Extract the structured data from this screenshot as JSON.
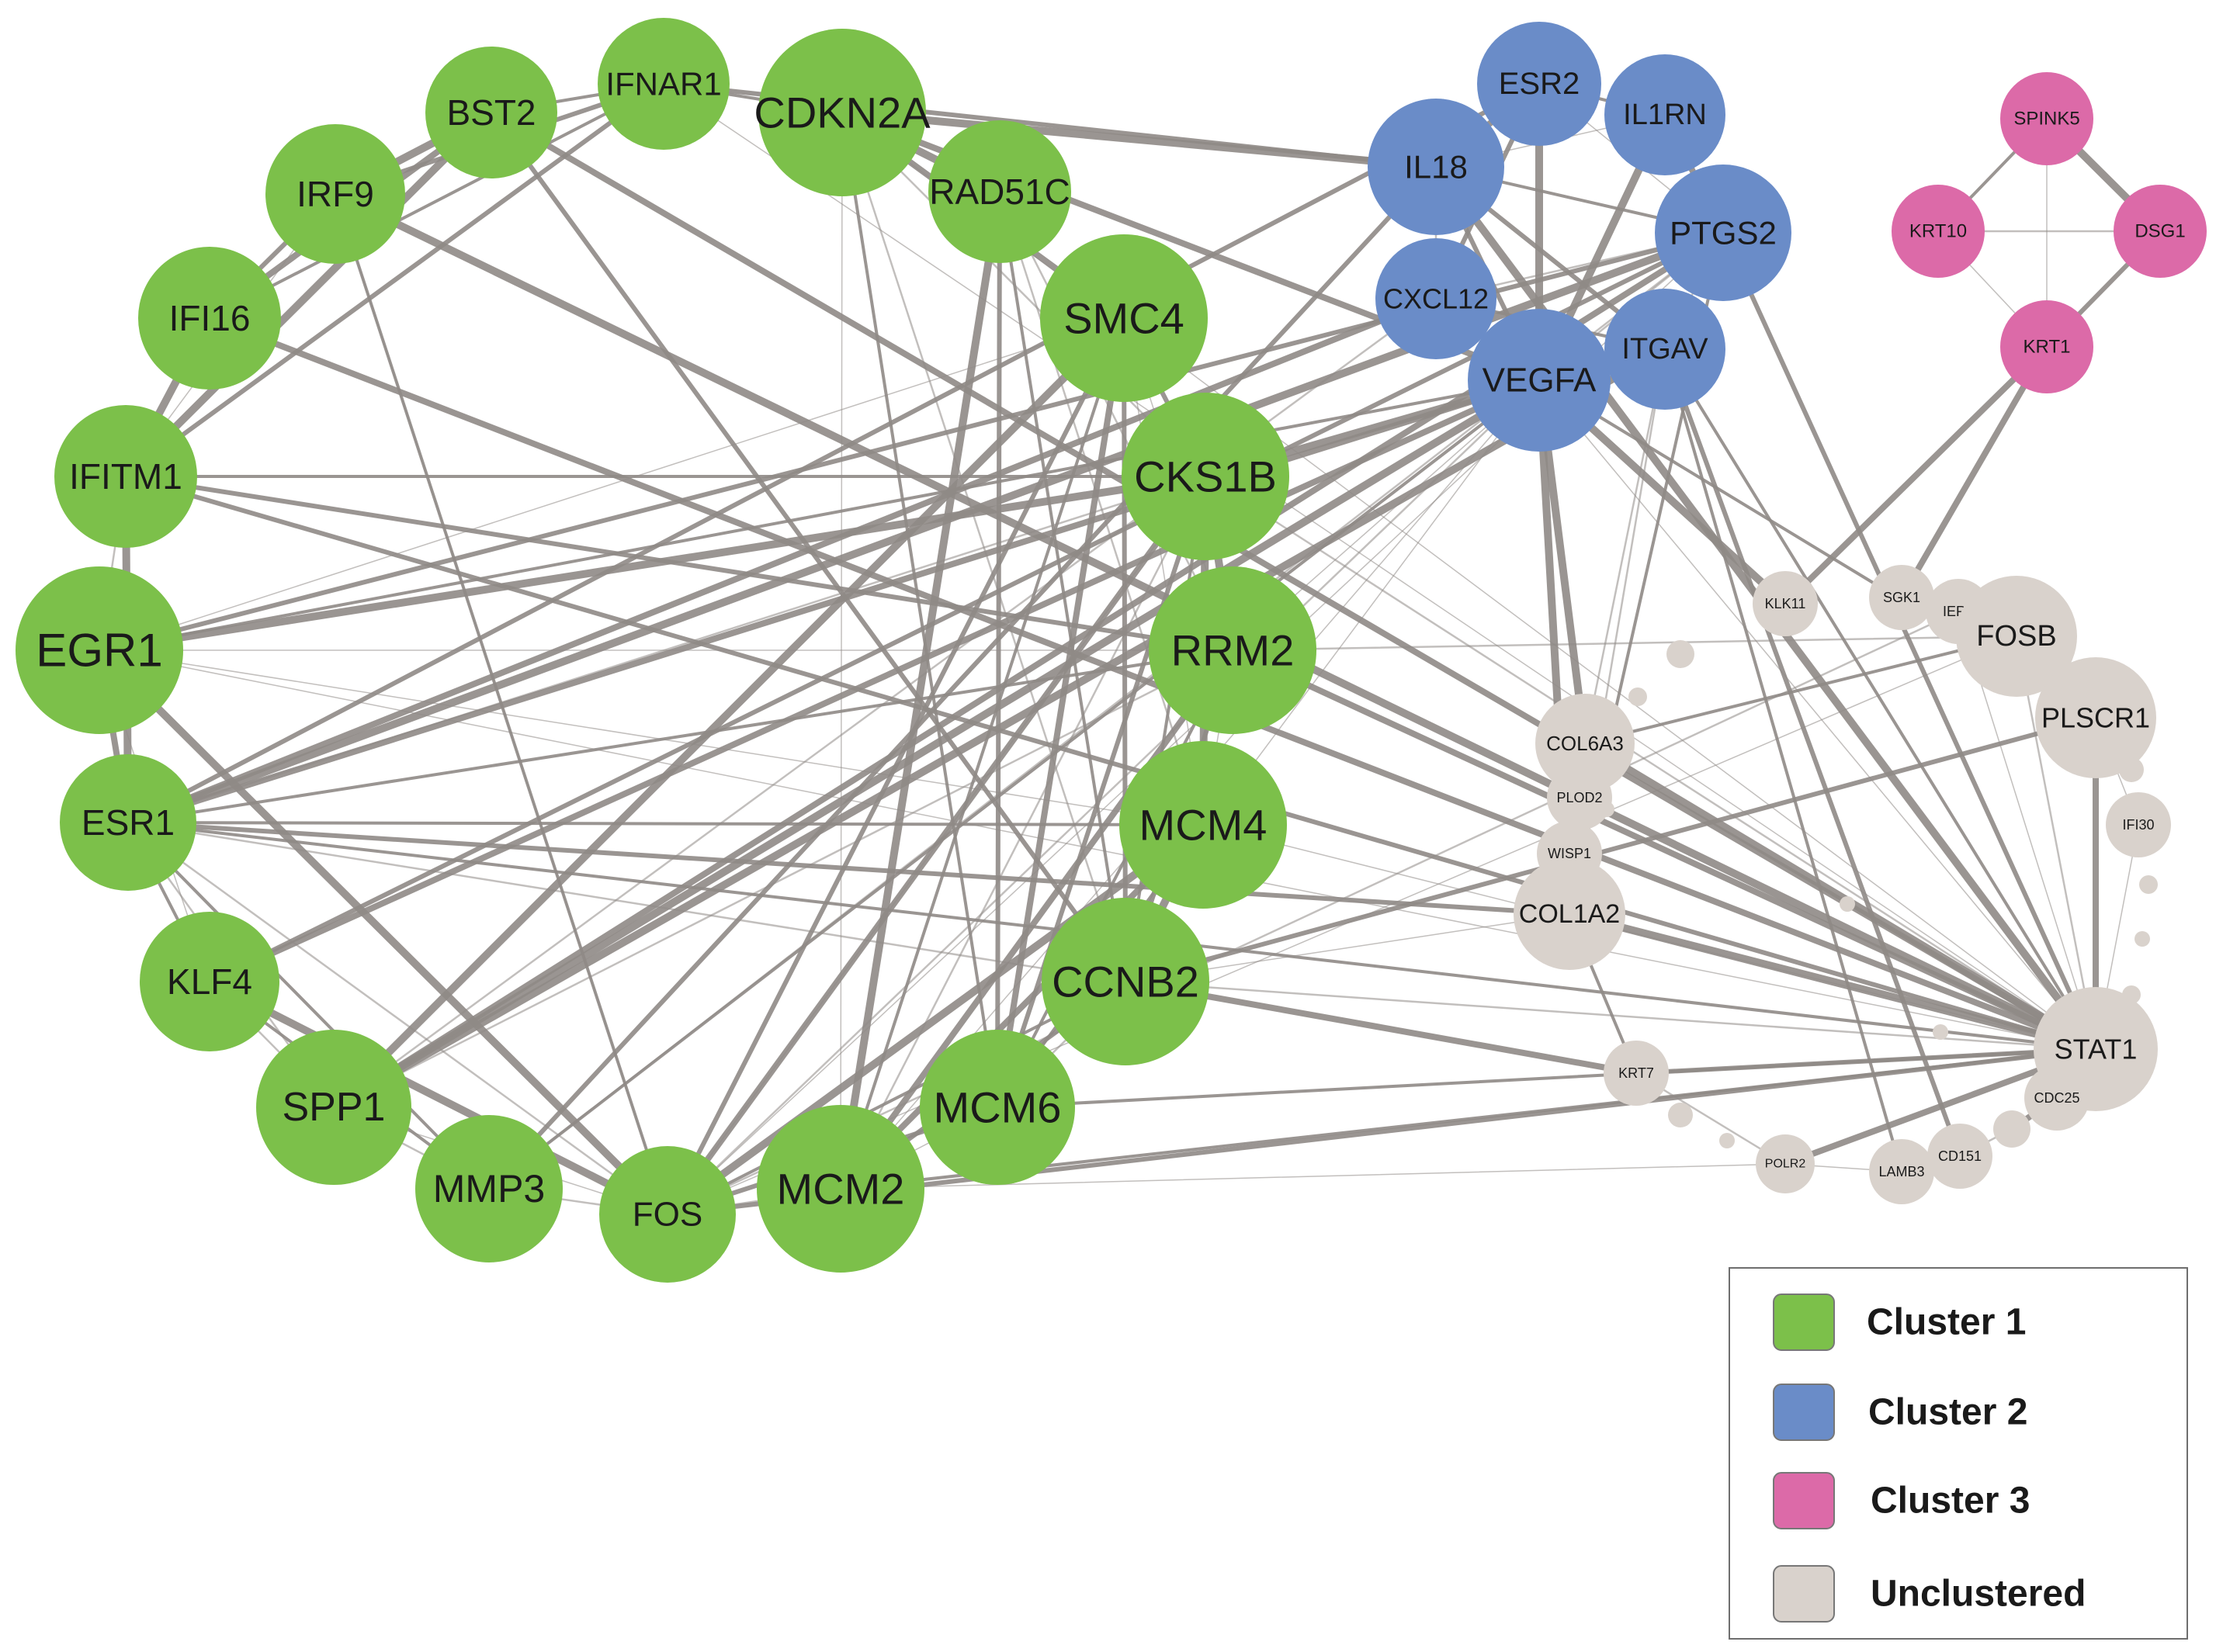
{
  "colors": {
    "cluster_1": "#7cc04a",
    "cluster_2": "#6a8cc8",
    "cluster_3": "#dc6aa8",
    "unclustered": "#d9d2cc",
    "edge": "#8f8a86",
    "legend_border": "#6e6e6e"
  },
  "legend": {
    "items": [
      {
        "key": "cluster_1",
        "label": "Cluster 1"
      },
      {
        "key": "cluster_2",
        "label": "Cluster 2"
      },
      {
        "key": "cluster_3",
        "label": "Cluster 3"
      },
      {
        "key": "unclustered",
        "label": "Unclustered"
      }
    ]
  },
  "nodes": [
    {
      "id": "IFNAR1",
      "label": "IFNAR1",
      "group": "cluster_1"
    },
    {
      "id": "BST2",
      "label": "BST2",
      "group": "cluster_1"
    },
    {
      "id": "CDKN2A",
      "label": "CDKN2A",
      "group": "cluster_1"
    },
    {
      "id": "RAD51C",
      "label": "RAD51C",
      "group": "cluster_1"
    },
    {
      "id": "IRF9",
      "label": "IRF9",
      "group": "cluster_1"
    },
    {
      "id": "IFI16",
      "label": "IFI16",
      "group": "cluster_1"
    },
    {
      "id": "SMC4",
      "label": "SMC4",
      "group": "cluster_1"
    },
    {
      "id": "IFITM1",
      "label": "IFITM1",
      "group": "cluster_1"
    },
    {
      "id": "CKS1B",
      "label": "CKS1B",
      "group": "cluster_1"
    },
    {
      "id": "EGR1",
      "label": "EGR1",
      "group": "cluster_1"
    },
    {
      "id": "RRM2",
      "label": "RRM2",
      "group": "cluster_1"
    },
    {
      "id": "ESR1",
      "label": "ESR1",
      "group": "cluster_1"
    },
    {
      "id": "MCM4",
      "label": "MCM4",
      "group": "cluster_1"
    },
    {
      "id": "KLF4",
      "label": "KLF4",
      "group": "cluster_1"
    },
    {
      "id": "CCNB2",
      "label": "CCNB2",
      "group": "cluster_1"
    },
    {
      "id": "SPP1",
      "label": "SPP1",
      "group": "cluster_1"
    },
    {
      "id": "MCM6",
      "label": "MCM6",
      "group": "cluster_1"
    },
    {
      "id": "MMP3",
      "label": "MMP3",
      "group": "cluster_1"
    },
    {
      "id": "FOS",
      "label": "FOS",
      "group": "cluster_1"
    },
    {
      "id": "MCM2",
      "label": "MCM2",
      "group": "cluster_1"
    },
    {
      "id": "ESR2",
      "label": "ESR2",
      "group": "cluster_2"
    },
    {
      "id": "IL1RN",
      "label": "IL1RN",
      "group": "cluster_2"
    },
    {
      "id": "IL18",
      "label": "IL18",
      "group": "cluster_2"
    },
    {
      "id": "PTGS2",
      "label": "PTGS2",
      "group": "cluster_2"
    },
    {
      "id": "CXCL12",
      "label": "CXCL12",
      "group": "cluster_2"
    },
    {
      "id": "VEGFA",
      "label": "VEGFA",
      "group": "cluster_2"
    },
    {
      "id": "ITGAV",
      "label": "ITGAV",
      "group": "cluster_2"
    },
    {
      "id": "SPINK5",
      "label": "SPINK5",
      "group": "cluster_3"
    },
    {
      "id": "KRT10",
      "label": "KRT10",
      "group": "cluster_3"
    },
    {
      "id": "DSG1",
      "label": "DSG1",
      "group": "cluster_3"
    },
    {
      "id": "KRT1",
      "label": "KRT1",
      "group": "cluster_3"
    },
    {
      "id": "KLK11",
      "label": "KLK11",
      "group": "unclustered"
    },
    {
      "id": "SGK1",
      "label": "SGK1",
      "group": "unclustered"
    },
    {
      "id": "IER3",
      "label": "IER3",
      "group": "unclustered"
    },
    {
      "id": "FOSB",
      "label": "FOSB",
      "group": "unclustered"
    },
    {
      "id": "PLSCR1",
      "label": "PLSCR1",
      "group": "unclustered"
    },
    {
      "id": "COL6A3",
      "label": "COL6A3",
      "group": "unclustered"
    },
    {
      "id": "PLOD2",
      "label": "PLOD2",
      "group": "unclustered"
    },
    {
      "id": "WISP1",
      "label": "WISP1",
      "group": "unclustered"
    },
    {
      "id": "IFI30",
      "label": "IFI30",
      "group": "unclustered"
    },
    {
      "id": "COL1A2",
      "label": "COL1A2",
      "group": "unclustered"
    },
    {
      "id": "STAT1",
      "label": "STAT1",
      "group": "unclustered"
    },
    {
      "id": "KRT7",
      "label": "KRT7",
      "group": "unclustered"
    },
    {
      "id": "CDC25",
      "label": "CDC25",
      "group": "unclustered"
    },
    {
      "id": "POLR2",
      "label": "POLR2",
      "group": "unclustered"
    },
    {
      "id": "LAMB3",
      "label": "LAMB3",
      "group": "unclustered"
    },
    {
      "id": "CD151",
      "label": "CD151",
      "group": "unclustered"
    },
    {
      "id": "MIA",
      "label": "",
      "group": "unclustered"
    },
    {
      "id": "U1",
      "label": "",
      "group": "unclustered"
    },
    {
      "id": "U2",
      "label": "",
      "group": "unclustered"
    },
    {
      "id": "U3",
      "label": "",
      "group": "unclustered"
    },
    {
      "id": "U4",
      "label": "",
      "group": "unclustered"
    },
    {
      "id": "U5",
      "label": "",
      "group": "unclustered"
    },
    {
      "id": "U6",
      "label": "",
      "group": "unclustered"
    },
    {
      "id": "U7",
      "label": "",
      "group": "unclustered"
    },
    {
      "id": "U8",
      "label": "",
      "group": "unclustered"
    },
    {
      "id": "U9",
      "label": "",
      "group": "unclustered"
    },
    {
      "id": "U10",
      "label": "",
      "group": "unclustered"
    },
    {
      "id": "U11",
      "label": "",
      "group": "unclustered"
    },
    {
      "id": "U12",
      "label": "",
      "group": "unclustered"
    }
  ],
  "edges": [
    [
      "EGR1",
      "ESR1"
    ],
    [
      "EGR1",
      "FOS"
    ],
    [
      "EGR1",
      "KLF4"
    ],
    [
      "EGR1",
      "IFITM1"
    ],
    [
      "EGR1",
      "RRM2"
    ],
    [
      "EGR1",
      "STAT1"
    ],
    [
      "EGR1",
      "PTGS2"
    ],
    [
      "EGR1",
      "VEGFA"
    ],
    [
      "EGR1",
      "SMC4"
    ],
    [
      "EGR1",
      "CKS1B"
    ],
    [
      "EGR1",
      "MCM4"
    ],
    [
      "ESR1",
      "KLF4"
    ],
    [
      "ESR1",
      "VEGFA"
    ],
    [
      "ESR1",
      "PTGS2"
    ],
    [
      "ESR1",
      "STAT1"
    ],
    [
      "ESR1",
      "CCNB2"
    ],
    [
      "ESR1",
      "MCM4"
    ],
    [
      "ESR1",
      "ESR2"
    ],
    [
      "ESR1",
      "FOS"
    ],
    [
      "ESR1",
      "COL1A2"
    ],
    [
      "ESR1",
      "CKS1B"
    ],
    [
      "ESR1",
      "SPP1"
    ],
    [
      "ESR1",
      "MMP3"
    ],
    [
      "ESR1",
      "CXCL12"
    ],
    [
      "ESR1",
      "RRM2"
    ],
    [
      "IFITM1",
      "IFI16"
    ],
    [
      "IFITM1",
      "IRF9"
    ],
    [
      "IFITM1",
      "BST2"
    ],
    [
      "IFITM1",
      "STAT1"
    ],
    [
      "IFITM1",
      "ESR1"
    ],
    [
      "IFITM1",
      "CKS1B"
    ],
    [
      "IFITM1",
      "RRM2"
    ],
    [
      "IFITM1",
      "IFNAR1"
    ],
    [
      "IFI16",
      "IRF9"
    ],
    [
      "IFI16",
      "BST2"
    ],
    [
      "IFI16",
      "STAT1"
    ],
    [
      "IFI16",
      "IFNAR1"
    ],
    [
      "IRF9",
      "BST2"
    ],
    [
      "IRF9",
      "IFNAR1"
    ],
    [
      "IRF9",
      "STAT1"
    ],
    [
      "IRF9",
      "FOS"
    ],
    [
      "BST2",
      "IFNAR1"
    ],
    [
      "BST2",
      "STAT1"
    ],
    [
      "BST2",
      "CCNB2"
    ],
    [
      "IFNAR1",
      "STAT1"
    ],
    [
      "IFNAR1",
      "CDKN2A"
    ],
    [
      "IFNAR1",
      "IL18"
    ],
    [
      "CDKN2A",
      "RAD51C"
    ],
    [
      "CDKN2A",
      "CKS1B"
    ],
    [
      "CDKN2A",
      "MCM2"
    ],
    [
      "CDKN2A",
      "STAT1"
    ],
    [
      "CDKN2A",
      "CCNB2"
    ],
    [
      "CDKN2A",
      "IL18"
    ],
    [
      "CDKN2A",
      "MCM6"
    ],
    [
      "CDKN2A",
      "VEGFA"
    ],
    [
      "CDKN2A",
      "SMC4"
    ],
    [
      "RAD51C",
      "MCM4"
    ],
    [
      "RAD51C",
      "MCM2"
    ],
    [
      "RAD51C",
      "CCNB2"
    ],
    [
      "RAD51C",
      "RRM2"
    ],
    [
      "RAD51C",
      "MCM6"
    ],
    [
      "SMC4",
      "CCNB2"
    ],
    [
      "SMC4",
      "MCM4"
    ],
    [
      "SMC4",
      "RRM2"
    ],
    [
      "SMC4",
      "CKS1B"
    ],
    [
      "SMC4",
      "MCM2"
    ],
    [
      "SMC4",
      "MCM6"
    ],
    [
      "SMC4",
      "SPP1"
    ],
    [
      "SMC4",
      "FOS"
    ],
    [
      "CKS1B",
      "CCNB2"
    ],
    [
      "CKS1B",
      "MCM4"
    ],
    [
      "CKS1B",
      "RRM2"
    ],
    [
      "CKS1B",
      "MCM2"
    ],
    [
      "CKS1B",
      "MCM6"
    ],
    [
      "CKS1B",
      "STAT1"
    ],
    [
      "CKS1B",
      "FOS"
    ],
    [
      "CKS1B",
      "VEGFA"
    ],
    [
      "RRM2",
      "MCM4"
    ],
    [
      "RRM2",
      "CCNB2"
    ],
    [
      "RRM2",
      "MCM2"
    ],
    [
      "RRM2",
      "MCM6"
    ],
    [
      "RRM2",
      "FOSB"
    ],
    [
      "RRM2",
      "STAT1"
    ],
    [
      "RRM2",
      "SPP1"
    ],
    [
      "RRM2",
      "VEGFA"
    ],
    [
      "MCM4",
      "CCNB2"
    ],
    [
      "MCM4",
      "MCM2"
    ],
    [
      "MCM4",
      "MCM6"
    ],
    [
      "MCM4",
      "STAT1"
    ],
    [
      "MCM4",
      "FOS"
    ],
    [
      "CCNB2",
      "MCM2"
    ],
    [
      "CCNB2",
      "MCM6"
    ],
    [
      "CCNB2",
      "STAT1"
    ],
    [
      "CCNB2",
      "COL1A2"
    ],
    [
      "CCNB2",
      "FOS"
    ],
    [
      "CCNB2",
      "PLSCR1"
    ],
    [
      "CCNB2",
      "KRT7"
    ],
    [
      "MCM6",
      "MCM2"
    ],
    [
      "MCM6",
      "STAT1"
    ],
    [
      "MCM6",
      "FOS"
    ],
    [
      "MCM6",
      "VEGFA"
    ],
    [
      "MCM2",
      "STAT1"
    ],
    [
      "MCM2",
      "FOS"
    ],
    [
      "MCM2",
      "POLR2"
    ],
    [
      "MCM2",
      "VEGFA"
    ],
    [
      "SPP1",
      "MMP3"
    ],
    [
      "SPP1",
      "FOS"
    ],
    [
      "SPP1",
      "VEGFA"
    ],
    [
      "SPP1",
      "KLF4"
    ],
    [
      "SPP1",
      "PTGS2"
    ],
    [
      "SPP1",
      "ITGAV"
    ],
    [
      "SPP1",
      "CXCL12"
    ],
    [
      "MMP3",
      "FOS"
    ],
    [
      "MMP3",
      "VEGFA"
    ],
    [
      "MMP3",
      "PTGS2"
    ],
    [
      "MMP3",
      "IL18"
    ],
    [
      "MMP3",
      "KLF4"
    ],
    [
      "FOS",
      "VEGFA"
    ],
    [
      "FOS",
      "PTGS2"
    ],
    [
      "FOS",
      "KLF4"
    ],
    [
      "FOS",
      "FOSB"
    ],
    [
      "FOS",
      "STAT1"
    ],
    [
      "FOS",
      "IER3"
    ],
    [
      "FOS",
      "IRF9"
    ],
    [
      "FOS",
      "CKS1B"
    ],
    [
      "KLF4",
      "VEGFA"
    ],
    [
      "KLF4",
      "PTGS2"
    ],
    [
      "IL18",
      "ESR2"
    ],
    [
      "IL18",
      "IL1RN"
    ],
    [
      "IL18",
      "PTGS2"
    ],
    [
      "IL18",
      "VEGFA"
    ],
    [
      "IL18",
      "CXCL12"
    ],
    [
      "IL18",
      "ITGAV"
    ],
    [
      "IL18",
      "STAT1"
    ],
    [
      "ESR2",
      "IL1RN"
    ],
    [
      "ESR2",
      "PTGS2"
    ],
    [
      "ESR2",
      "VEGFA"
    ],
    [
      "ESR2",
      "CXCL12"
    ],
    [
      "IL1RN",
      "PTGS2"
    ],
    [
      "IL1RN",
      "VEGFA"
    ],
    [
      "PTGS2",
      "VEGFA"
    ],
    [
      "PTGS2",
      "CXCL12"
    ],
    [
      "PTGS2",
      "ITGAV"
    ],
    [
      "PTGS2",
      "STAT1"
    ],
    [
      "PTGS2",
      "COL1A2"
    ],
    [
      "CXCL12",
      "VEGFA"
    ],
    [
      "CXCL12",
      "ITGAV"
    ],
    [
      "VEGFA",
      "ITGAV"
    ],
    [
      "VEGFA",
      "STAT1"
    ],
    [
      "VEGFA",
      "COL6A3"
    ],
    [
      "VEGFA",
      "COL1A2"
    ],
    [
      "VEGFA",
      "KLK11"
    ],
    [
      "VEGFA",
      "PLSCR1"
    ],
    [
      "ITGAV",
      "COL1A2"
    ],
    [
      "ITGAV",
      "STAT1"
    ],
    [
      "ITGAV",
      "LAMB3"
    ],
    [
      "ITGAV",
      "CD151"
    ],
    [
      "ITGAV",
      "COL6A3"
    ],
    [
      "SPINK5",
      "KRT10"
    ],
    [
      "SPINK5",
      "DSG1"
    ],
    [
      "SPINK5",
      "KRT1"
    ],
    [
      "KRT10",
      "DSG1"
    ],
    [
      "KRT10",
      "KRT1"
    ],
    [
      "DSG1",
      "KRT1"
    ],
    [
      "KRT1",
      "KLK11"
    ],
    [
      "KRT1",
      "SGK1"
    ],
    [
      "STAT1",
      "COL1A2"
    ],
    [
      "STAT1",
      "COL6A3"
    ],
    [
      "STAT1",
      "PLSCR1"
    ],
    [
      "STAT1",
      "IFI30"
    ],
    [
      "STAT1",
      "FOSB"
    ],
    [
      "STAT1",
      "KRT7"
    ],
    [
      "STAT1",
      "POLR2"
    ],
    [
      "STAT1",
      "CDC25"
    ],
    [
      "STAT1",
      "IER3"
    ],
    [
      "COL6A3",
      "COL1A2"
    ],
    [
      "COL6A3",
      "PLOD2"
    ],
    [
      "COL6A3",
      "WISP1"
    ],
    [
      "COL1A2",
      "PLOD2"
    ],
    [
      "COL1A2",
      "WISP1"
    ],
    [
      "COL1A2",
      "KRT7"
    ],
    [
      "WISP1",
      "PLOD2"
    ],
    [
      "COL6A3",
      "FOSB"
    ],
    [
      "FOSB",
      "IER3"
    ],
    [
      "FOSB",
      "SGK1"
    ],
    [
      "PLSCR1",
      "IFI30"
    ],
    [
      "LAMB3",
      "CD151"
    ],
    [
      "KRT7",
      "POLR2"
    ],
    [
      "IER3",
      "SGK1"
    ],
    [
      "IER3",
      "FOSB"
    ],
    [
      "PLSCR1",
      "FOSB"
    ],
    [
      "POLR2",
      "LAMB3"
    ],
    [
      "CD151",
      "MIA"
    ],
    [
      "CDC25",
      "MIA"
    ]
  ]
}
